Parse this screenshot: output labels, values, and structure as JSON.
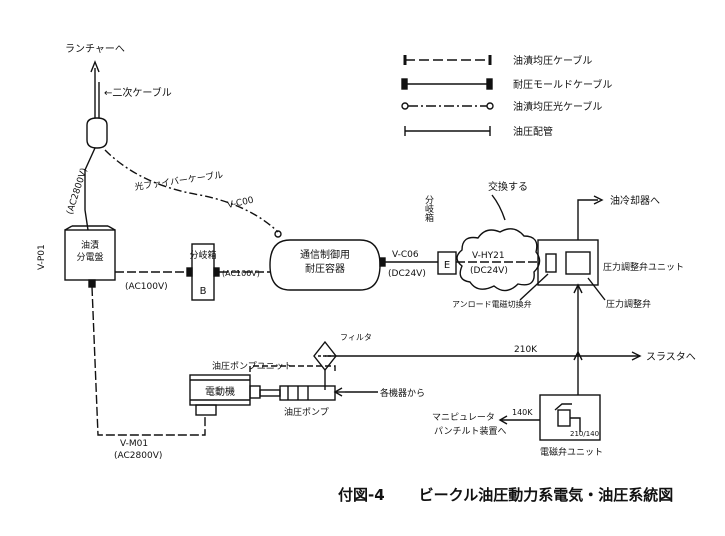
{
  "legend": [
    {
      "label": "油漬均圧ケーブル",
      "style": "bar-ends-dashed"
    },
    {
      "label": "耐圧モールドケーブル",
      "style": "solid-thick-ends"
    },
    {
      "label": "油漬均圧光ケーブル",
      "style": "dash-dot-circle-ends"
    },
    {
      "label": "油圧配管",
      "style": "solid-thin"
    }
  ],
  "labels": {
    "to_lantern": "ランチャーへ",
    "secondary_cable": "←二次ケーブル",
    "ac2800": "(AC2800V)",
    "v_p01": "V-P01",
    "oil_box": "油漬",
    "oil_box2": "分電盤",
    "ac100_left": "(AC100V)",
    "junction_b": "分岐箱",
    "junction_b_letter": "B",
    "ac100_mid": "(AC100V)",
    "fiber_cable": "光ファイバーケーブル",
    "v_c00": "V-C00",
    "pressure_vessel_1": "通信制御用",
    "pressure_vessel_2": "耐圧容器",
    "v_c06": "V-C06",
    "dc24_a": "(DC24V)",
    "branch_box_vert": "分岐箱",
    "box_e": "E",
    "exchange": "交換する",
    "v_hy21": "V-HY21",
    "dc24_b": "(DC24V)",
    "to_oil_cooler": "油冷却器へ",
    "pressure_control_unit": "圧力調整弁ユニット",
    "anode_valve": "アンロード電磁切換弁",
    "pressure_valve": "圧力調整弁",
    "filter": "フィルタ",
    "pump_unit": "油圧ポンプユニット",
    "motor": "電動機",
    "pump": "油圧ポンプ",
    "from_sensors": "各機器から",
    "to_thruster": "スラスタへ",
    "p210_top": "210K",
    "manipulator_1": "マニピュレータ",
    "manipulator_2": "パンチルト装置へ",
    "p140": "140K",
    "p210_140": "210/140",
    "solenoid_unit": "電磁弁ユニット",
    "v_m01": "V-M01",
    "ac2800_bottom": "(AC2800V)"
  },
  "caption": {
    "figure_no": "付図-4",
    "title": "ビークル油圧動力系電気・油圧系統図"
  }
}
